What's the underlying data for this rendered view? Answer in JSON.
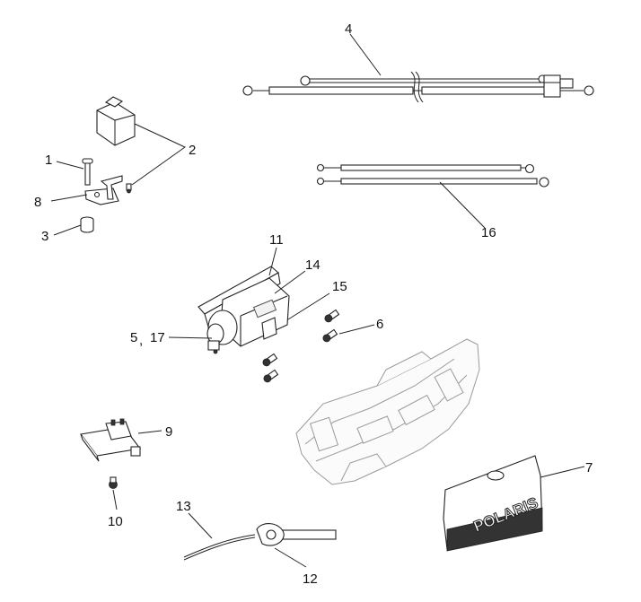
{
  "callouts": {
    "c1": "1",
    "c2": "2",
    "c3": "3",
    "c4": "4",
    "c5": "5",
    "c5_sep": ",",
    "c17": "17",
    "c6": "6",
    "c7": "7",
    "c8": "8",
    "c9": "9",
    "c10": "10",
    "c11": "11",
    "c12": "12",
    "c13": "13",
    "c14": "14",
    "c15": "15",
    "c16": "16"
  },
  "logo_text": "POLARIS",
  "colors": {
    "line": "#222222",
    "fill": "#ffffff",
    "shade": "#333333"
  }
}
